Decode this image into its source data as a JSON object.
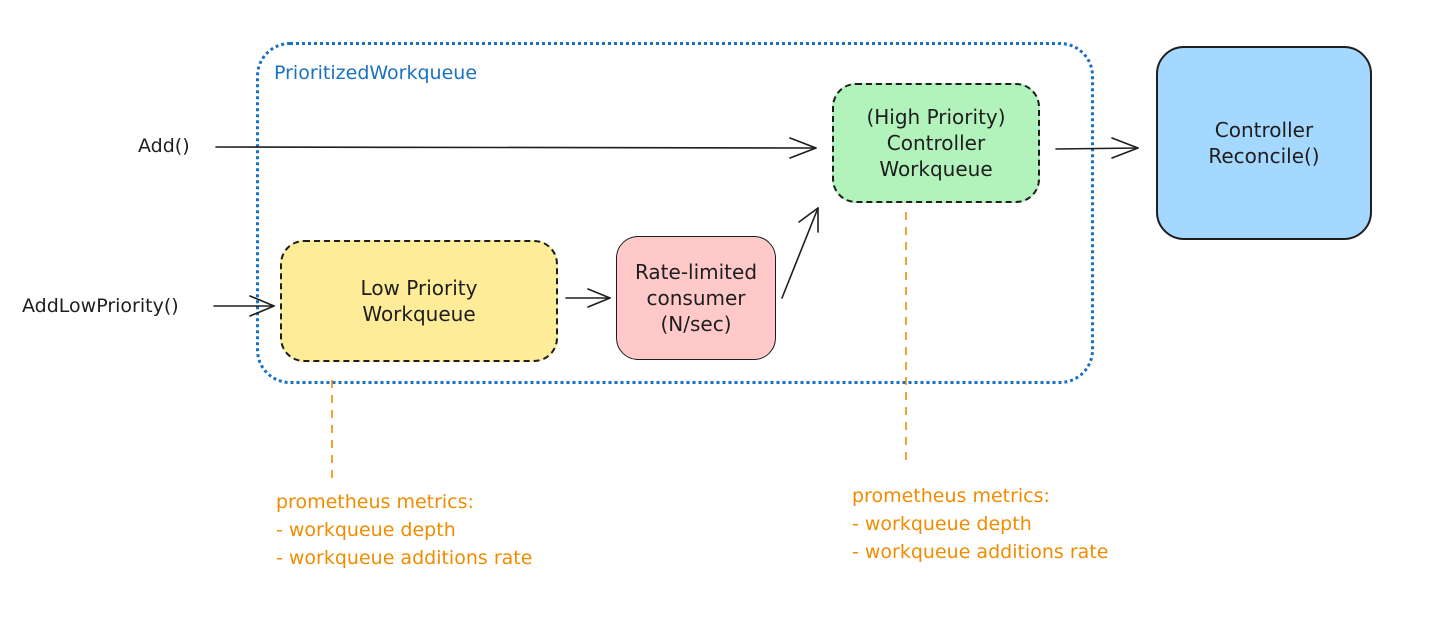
{
  "colors": {
    "group_border": "#1971c2",
    "low_priority_fill": "#ffec99",
    "rate_limited_fill": "#ffc9c9",
    "high_priority_fill": "#b2f2bb",
    "controller_fill": "#a5d8ff",
    "metrics_text": "#f08c00",
    "stroke": "#1e1e1e"
  },
  "group": {
    "title": "PrioritizedWorkqueue"
  },
  "inputs": {
    "add": "Add()",
    "add_low_priority": "AddLowPriority()"
  },
  "nodes": {
    "low_priority": "Low Priority\nWorkqueue",
    "rate_limited": "Rate-limited\nconsumer\n(N/sec)",
    "high_priority": "(High Priority)\nController\nWorkqueue",
    "controller": "Controller\nReconcile()"
  },
  "metrics": {
    "low": {
      "title": "prometheus metrics:",
      "lines": [
        "- workqueue depth",
        "- workqueue additions rate"
      ]
    },
    "high": {
      "title": "prometheus metrics:",
      "lines": [
        "- workqueue depth",
        "- workqueue additions rate"
      ]
    }
  }
}
